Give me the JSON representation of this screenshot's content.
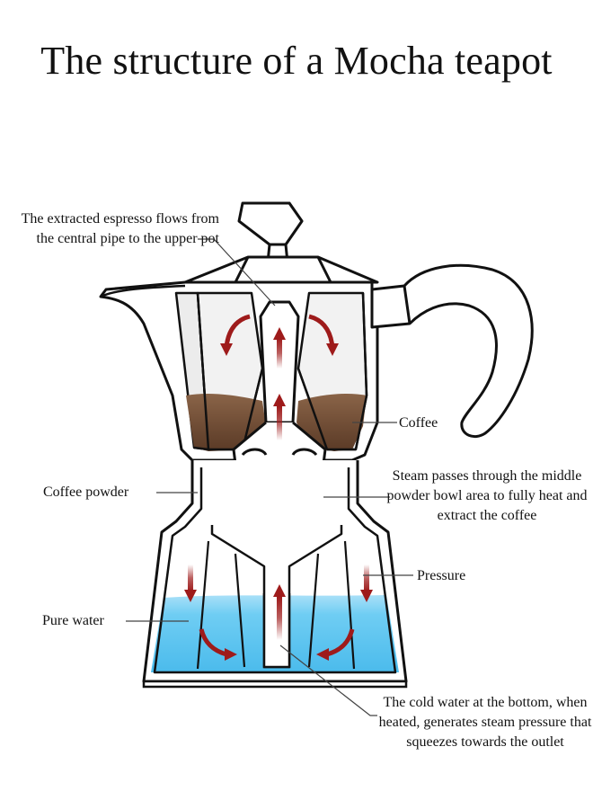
{
  "title": "The structure of a Mocha teapot",
  "labels": {
    "extracted_espresso": "The extracted espresso flows from the central pipe to the upper pot",
    "coffee": "Coffee",
    "coffee_powder": "Coffee powder",
    "steam": "Steam passes through the middle powder bowl area to fully heat and extract the coffee",
    "pressure": "Pressure",
    "pure_water": "Pure water",
    "cold_water": "The cold water at the bottom, when heated, generates steam pressure that squeezes towards the outlet"
  },
  "colors": {
    "outline": "#111111",
    "glass": "#e9e9e9",
    "coffee": "#6a4530",
    "coffee_powder": "#3f2a1e",
    "water": "#5bc3ef",
    "arrow": "#9e1b1b",
    "leader": "#444444"
  },
  "icons": [
    "upward-flow-arrow",
    "curved-flow-arrow",
    "downward-pressure-arrow"
  ]
}
